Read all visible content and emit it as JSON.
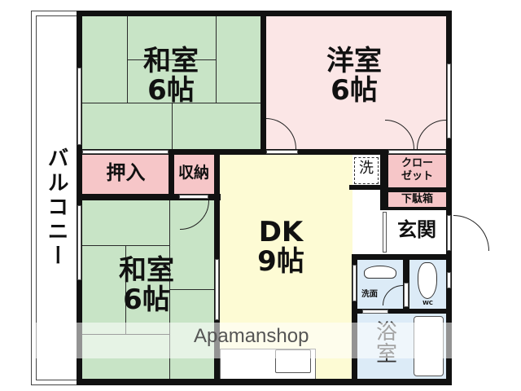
{
  "floorplan": {
    "colors": {
      "washitsu": "#c8e4c6",
      "youshitsu": "#fbe6e6",
      "storage": "#f6c6c8",
      "dk": "#fdfbd4",
      "wet_area": "#dcebf7",
      "wall": "#111111",
      "balcony": "#ffffff"
    },
    "rooms": {
      "balcony": {
        "label": "バルコニー"
      },
      "washitsu_top": {
        "label": "和室",
        "size": "6帖"
      },
      "youshitsu": {
        "label": "洋室",
        "size": "6帖"
      },
      "oshiire": {
        "label": "押入"
      },
      "shuno": {
        "label": "収納"
      },
      "washitsu_bottom": {
        "label": "和室",
        "size": "6帖"
      },
      "dk": {
        "label": "DK",
        "size": "9帖"
      },
      "washer": {
        "label": "洗"
      },
      "closet": {
        "label_line1": "クロー",
        "label_line2": "ゼット"
      },
      "getabako": {
        "label": "下駄箱"
      },
      "genkan": {
        "label": "玄関"
      },
      "senmen": {
        "label": "洗面"
      },
      "wc": {
        "label": "WC"
      },
      "bath": {
        "label_line1": "浴",
        "label_line2": "室"
      }
    },
    "watermark": "Apamanshop"
  }
}
